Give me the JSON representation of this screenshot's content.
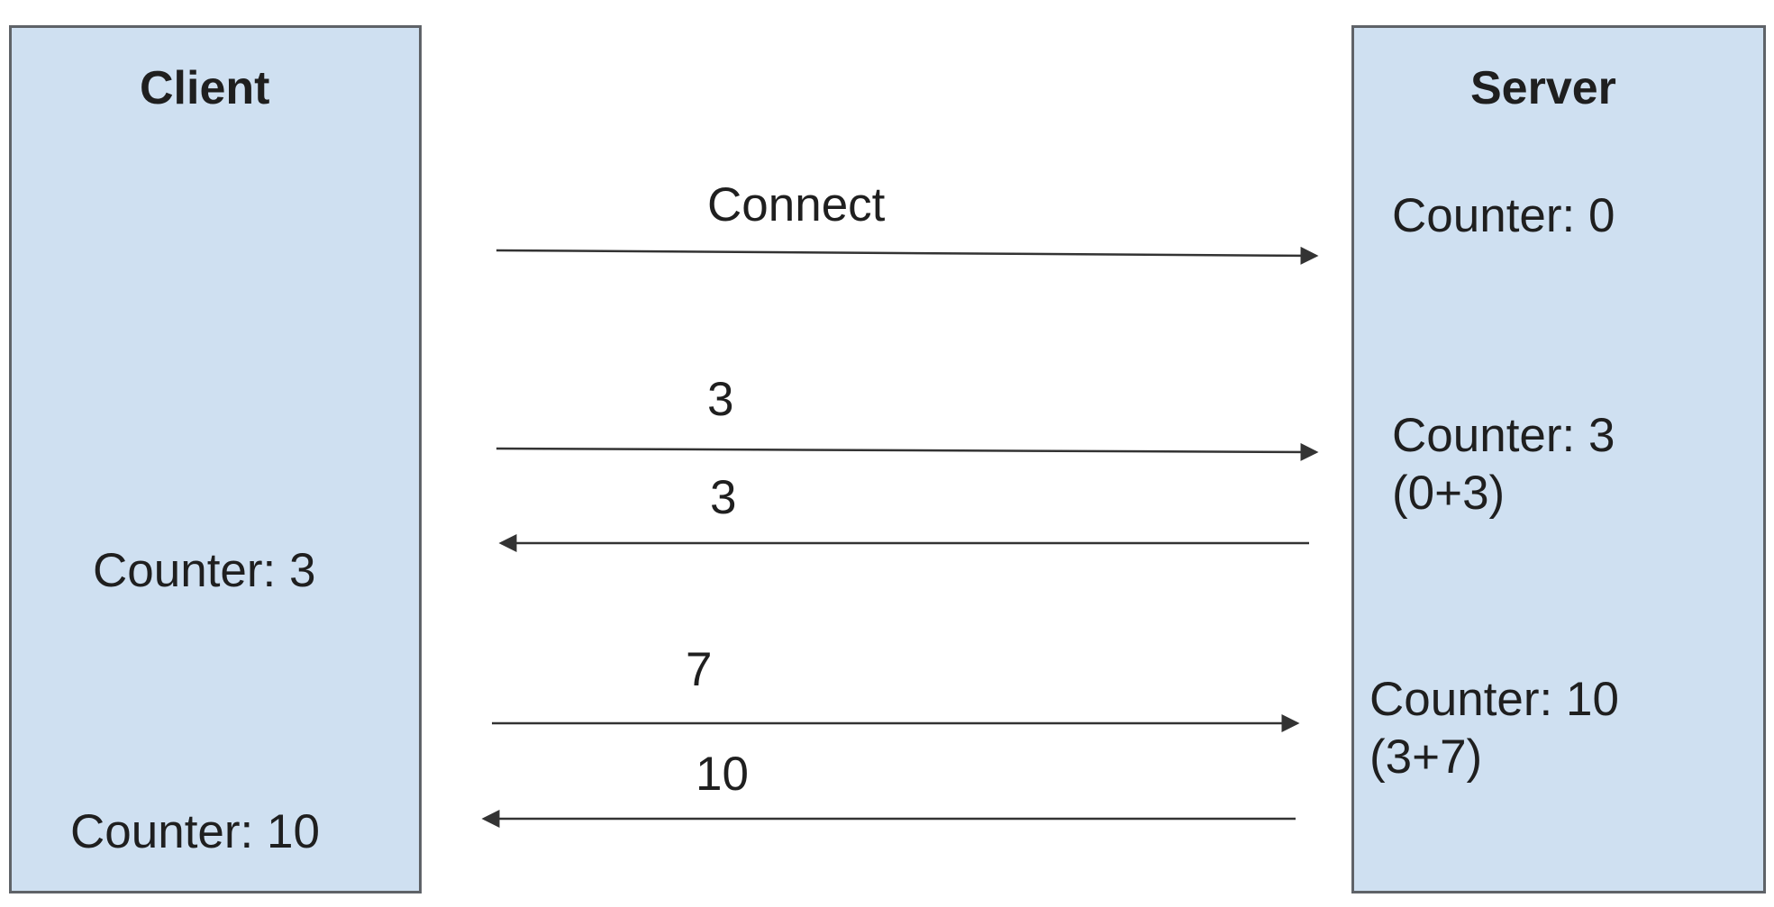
{
  "client": {
    "title": "Client",
    "counter_1": "Counter: 3",
    "counter_2": "Counter: 10"
  },
  "server": {
    "title": "Server",
    "state_1": "Counter: 0",
    "state_2": "Counter: 3\n(0+3)",
    "state_3": "Counter: 10\n(3+7)"
  },
  "messages": [
    {
      "label": "Connect",
      "direction": "client-to-server"
    },
    {
      "label": "3",
      "direction": "client-to-server"
    },
    {
      "label": "3",
      "direction": "server-to-client"
    },
    {
      "label": "7",
      "direction": "client-to-server"
    },
    {
      "label": "10",
      "direction": "server-to-client"
    }
  ],
  "colors": {
    "box_fill": "#cfe0f1",
    "box_border": "#5f6368",
    "arrow": "#333333",
    "text": "#1f1f1f"
  }
}
